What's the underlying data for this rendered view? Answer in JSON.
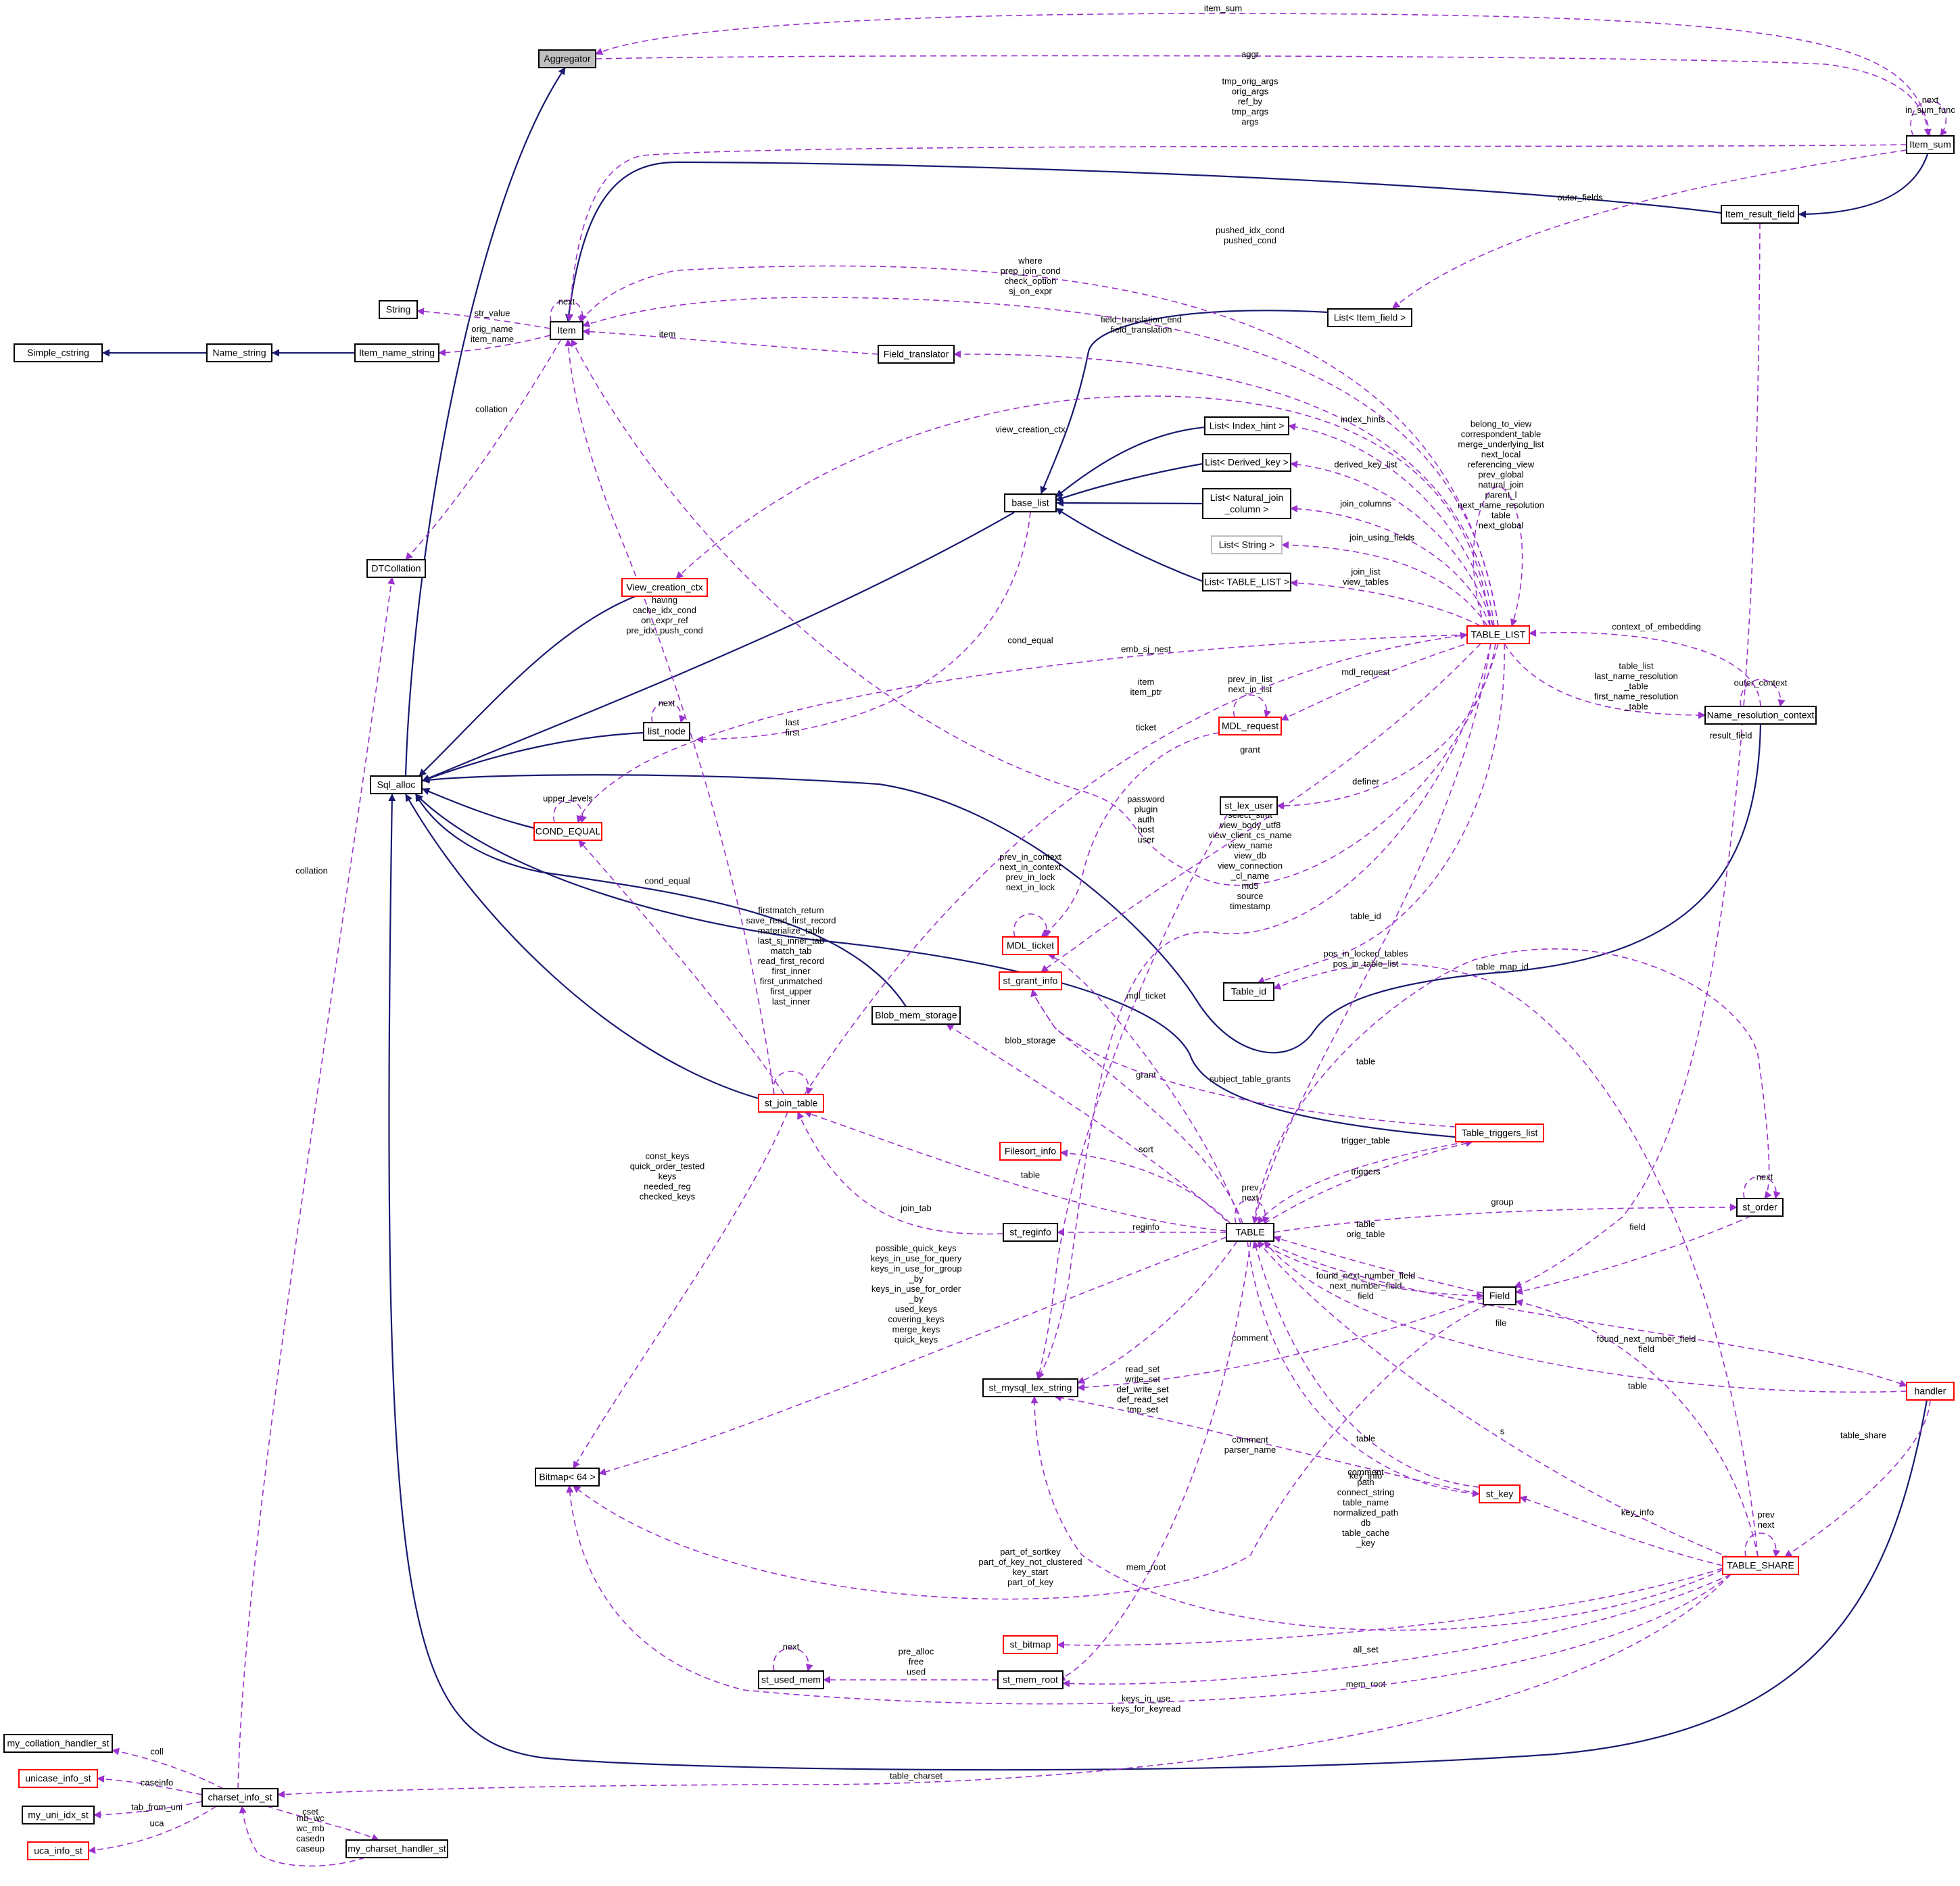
{
  "nodes": [
    {
      "id": "aggregator",
      "label": "Aggregator",
      "style": "focus"
    },
    {
      "id": "item_sum",
      "label": "Item_sum",
      "style": "normal"
    },
    {
      "id": "item_result_field",
      "label": "Item_result_field",
      "style": "normal"
    },
    {
      "id": "string",
      "label": "String",
      "style": "normal"
    },
    {
      "id": "item",
      "label": "Item",
      "style": "normal"
    },
    {
      "id": "list_item_field",
      "label": "List< Item_field >",
      "style": "normal"
    },
    {
      "id": "simple_cstring",
      "label": "Simple_cstring",
      "style": "normal"
    },
    {
      "id": "name_string",
      "label": "Name_string",
      "style": "normal"
    },
    {
      "id": "item_name_string",
      "label": "Item_name_string",
      "style": "normal"
    },
    {
      "id": "field_translator",
      "label": "Field_translator",
      "style": "normal"
    },
    {
      "id": "list_index_hint",
      "label": "List< Index_hint >",
      "style": "normal"
    },
    {
      "id": "list_derived_key",
      "label": "List< Derived_key >",
      "style": "normal"
    },
    {
      "id": "base_list",
      "label": "base_list",
      "style": "normal"
    },
    {
      "id": "list_natural_join_column",
      "label": "List< Natural_join\n_column >",
      "style": "normal"
    },
    {
      "id": "list_string",
      "label": "List< String >",
      "style": "grey"
    },
    {
      "id": "dtcollation",
      "label": "DTCollation",
      "style": "normal"
    },
    {
      "id": "view_creation_ctx",
      "label": "View_creation_ctx",
      "style": "red"
    },
    {
      "id": "list_table_list",
      "label": "List< TABLE_LIST >",
      "style": "normal"
    },
    {
      "id": "table_list",
      "label": "TABLE_LIST",
      "style": "red"
    },
    {
      "id": "mdl_request",
      "label": "MDL_request",
      "style": "red"
    },
    {
      "id": "name_resolution_context",
      "label": "Name_resolution_context",
      "style": "normal"
    },
    {
      "id": "list_node",
      "label": "list_node",
      "style": "normal"
    },
    {
      "id": "sql_alloc",
      "label": "Sql_alloc",
      "style": "normal"
    },
    {
      "id": "st_lex_user",
      "label": "st_lex_user",
      "style": "normal"
    },
    {
      "id": "cond_equal",
      "label": "COND_EQUAL",
      "style": "red"
    },
    {
      "id": "mdl_ticket",
      "label": "MDL_ticket",
      "style": "red"
    },
    {
      "id": "st_grant_info",
      "label": "st_grant_info",
      "style": "red"
    },
    {
      "id": "table_id",
      "label": "Table_id",
      "style": "normal"
    },
    {
      "id": "blob_mem_storage",
      "label": "Blob_mem_storage",
      "style": "normal"
    },
    {
      "id": "st_join_table",
      "label": "st_join_table",
      "style": "red"
    },
    {
      "id": "table_triggers_list",
      "label": "Table_triggers_list",
      "style": "red"
    },
    {
      "id": "filesort_info",
      "label": "Filesort_info",
      "style": "red"
    },
    {
      "id": "st_order",
      "label": "st_order",
      "style": "normal"
    },
    {
      "id": "st_reginfo",
      "label": "st_reginfo",
      "style": "normal"
    },
    {
      "id": "table",
      "label": "TABLE",
      "style": "normal"
    },
    {
      "id": "field",
      "label": "Field",
      "style": "normal"
    },
    {
      "id": "st_mysql_lex_string",
      "label": "st_mysql_lex_string",
      "style": "normal"
    },
    {
      "id": "handler",
      "label": "handler",
      "style": "red"
    },
    {
      "id": "bitmap64",
      "label": "Bitmap< 64 >",
      "style": "normal"
    },
    {
      "id": "st_key",
      "label": "st_key",
      "style": "red"
    },
    {
      "id": "table_share",
      "label": "TABLE_SHARE",
      "style": "red"
    },
    {
      "id": "st_bitmap",
      "label": "st_bitmap",
      "style": "red"
    },
    {
      "id": "st_used_mem",
      "label": "st_used_mem",
      "style": "normal"
    },
    {
      "id": "st_mem_root",
      "label": "st_mem_root",
      "style": "normal"
    },
    {
      "id": "my_collation_handler_st",
      "label": "my_collation_handler_st",
      "style": "normal"
    },
    {
      "id": "unicase_info_st",
      "label": "unicase_info_st",
      "style": "red"
    },
    {
      "id": "charset_info_st",
      "label": "charset_info_st",
      "style": "normal"
    },
    {
      "id": "my_uni_idx_st",
      "label": "my_uni_idx_st",
      "style": "normal"
    },
    {
      "id": "uca_info_st",
      "label": "uca_info_st",
      "style": "red"
    },
    {
      "id": "my_charset_handler_st",
      "label": "my_charset_handler_st",
      "style": "normal"
    }
  ],
  "edges": [
    {
      "id": "e_sqlalloc_aggregator",
      "kind": "inherit"
    },
    {
      "id": "e_itemsum_itemresultfield",
      "kind": "inherit"
    },
    {
      "id": "e_itemresultfield_item",
      "kind": "inherit"
    },
    {
      "id": "e_simplecstring_namestring",
      "kind": "inherit"
    },
    {
      "id": "e_namestring_itemnamestring",
      "kind": "inherit"
    },
    {
      "id": "e_baselist_listindexhint",
      "kind": "inherit"
    },
    {
      "id": "e_baselist_listderivedkey",
      "kind": "inherit"
    },
    {
      "id": "e_baselist_listnatural",
      "kind": "inherit"
    },
    {
      "id": "e_baselist_listtablelist",
      "kind": "inherit"
    },
    {
      "id": "e_baselist_listitemfield",
      "kind": "inherit"
    },
    {
      "id": "e_sqlalloc_baselist",
      "kind": "inherit"
    },
    {
      "id": "e_sqlalloc_viewcreationctx",
      "kind": "inherit"
    },
    {
      "id": "e_sqlalloc_listnode",
      "kind": "inherit"
    },
    {
      "id": "e_sqlalloc_condequal",
      "kind": "inherit"
    },
    {
      "id": "e_sqlalloc_blobmem",
      "kind": "inherit"
    },
    {
      "id": "e_sqlalloc_joinTable",
      "kind": "inherit"
    },
    {
      "id": "e_sqlalloc_triggers",
      "kind": "inherit"
    },
    {
      "id": "e_sqlalloc_namectx",
      "kind": "inherit"
    },
    {
      "id": "e_sqlalloc_handler",
      "kind": "inherit"
    },
    {
      "id": "e_itemsum_aggregator",
      "kind": "member",
      "label": "item_sum"
    },
    {
      "id": "e_aggregator_itemsum",
      "kind": "member",
      "label": "aggr"
    },
    {
      "id": "e_itemsum_self",
      "kind": "member",
      "label": "next\nin_sum_func"
    },
    {
      "id": "e_item_itemsum",
      "kind": "member",
      "label": "tmp_orig_args\norig_args\nref_by\ntmp_args\nargs"
    },
    {
      "id": "e_listitemfield_itemsum",
      "kind": "member",
      "label": "outer_fields"
    },
    {
      "id": "e_item_tablelist_conds",
      "kind": "member",
      "label": "pushed_idx_cond\npushed_cond"
    },
    {
      "id": "e_item_tablelist_where",
      "kind": "member",
      "label": "where\nprep_join_cond\ncheck_option\nsj_on_expr"
    },
    {
      "id": "e_item_self",
      "kind": "member",
      "label": "next"
    },
    {
      "id": "e_string_item",
      "kind": "member",
      "label": "str_value"
    },
    {
      "id": "e_itemnamestring_item",
      "kind": "member",
      "label": "orig_name\nitem_name"
    },
    {
      "id": "e_item_fieldtranslator",
      "kind": "member",
      "label": "item"
    },
    {
      "id": "e_fieldtranslator_tablelist",
      "kind": "member",
      "label": "field_translation_end\nfield_translation"
    },
    {
      "id": "e_dtcollation_item",
      "kind": "member",
      "label": "collation"
    },
    {
      "id": "e_viewcreation_tablelist",
      "kind": "member",
      "label": "view_creation_ctx"
    },
    {
      "id": "e_listindexhint_tablelist",
      "kind": "member",
      "label": "index_hints"
    },
    {
      "id": "e_listderivedkey_tablelist",
      "kind": "member",
      "label": "derived_key_list"
    },
    {
      "id": "e_listnatural_tablelist",
      "kind": "member",
      "label": "join_columns"
    },
    {
      "id": "e_liststring_tablelist",
      "kind": "member",
      "label": "join_using_fields"
    },
    {
      "id": "e_listtablelist_tablelist",
      "kind": "member",
      "label": "join_list\nview_tables"
    },
    {
      "id": "e_tablelist_self",
      "kind": "member",
      "label": "belong_to_view\ncorrespondent_table\nmerge_underlying_list\nnext_local\nreferencing_view\nprev_global\nnatural_join\nparent_l\nnext_name_resolution\ntable\nnext_global"
    },
    {
      "id": "e_item_joinTable",
      "kind": "member",
      "label": "having\ncache_idx_cond\non_expr_ref\npre_idx_push_cond"
    },
    {
      "id": "e_condequal_tablelist",
      "kind": "member",
      "label": "cond_equal"
    },
    {
      "id": "e_listnode_baselist",
      "kind": "member",
      "label": "last\nfirst"
    },
    {
      "id": "e_listnode_self",
      "kind": "member",
      "label": "next"
    },
    {
      "id": "e_tablelist_namectx",
      "kind": "member",
      "label": "context_of_embedding"
    },
    {
      "id": "e_namectx_tablelist",
      "kind": "member",
      "label": "table_list\nlast_name_resolution\n_table\nfirst_name_resolution\n_table"
    },
    {
      "id": "e_namectx_self",
      "kind": "member",
      "label": "outer_context"
    },
    {
      "id": "e_mdlrequest_tablelist",
      "kind": "member",
      "label": "mdl_request"
    },
    {
      "id": "e_mdlrequest_self",
      "kind": "member",
      "label": "prev_in_list\nnext_in_list"
    },
    {
      "id": "e_tablelist_joinTable",
      "kind": "member",
      "label": "emb_sj_nest"
    },
    {
      "id": "e_item_item_ptr",
      "kind": "member",
      "label": "item\nitem_ptr"
    },
    {
      "id": "e_mdlticket_mdlrequest",
      "kind": "member",
      "label": "ticket"
    },
    {
      "id": "e_grantinfo_tablelist",
      "kind": "member",
      "label": "grant"
    },
    {
      "id": "e_lexuser_tablelist",
      "kind": "member",
      "label": "definer"
    },
    {
      "id": "e_lexstring_lexuser",
      "kind": "member",
      "label": "password\nplugin\nauth\nhost\nuser"
    },
    {
      "id": "e_lexstring_tablelist",
      "kind": "member",
      "label": "select_stmt\nview_body_utf8\nview_client_cs_name\nview_name\nview_db\nview_connection\n_cl_name\nmd5\nsource\ntimestamp"
    },
    {
      "id": "e_condequal_self",
      "kind": "member",
      "label": "upper_levels"
    },
    {
      "id": "e_mdlticket_self",
      "kind": "member",
      "label": "prev_in_context\nnext_in_context\nprev_in_lock\nnext_in_lock"
    },
    {
      "id": "e_tableid_tablelist",
      "kind": "member",
      "label": "table_id"
    },
    {
      "id": "e_tableid_tableshare",
      "kind": "member",
      "label": "table_map_id"
    },
    {
      "id": "e_table_pos",
      "kind": "member",
      "label": "pos_in_locked_tables\npos_in_table_list"
    },
    {
      "id": "e_condequal_joinTable",
      "kind": "member",
      "label": "cond_equal"
    },
    {
      "id": "e_jointable_self",
      "kind": "member",
      "label": "firstmatch_return\nsave_read_first_record\nmaterialize_table\nlast_sj_inner_tab\nmatch_tab\nread_first_record\nfirst_inner\nfirst_unmatched\nfirst_upper\nlast_inner"
    },
    {
      "id": "e_mdlticket_table",
      "kind": "member",
      "label": "mdl_ticket"
    },
    {
      "id": "e_blob_table",
      "kind": "member",
      "label": "blob_storage"
    },
    {
      "id": "e_grantinfo_table",
      "kind": "member",
      "label": "grant"
    },
    {
      "id": "e_table_tablelist",
      "kind": "member",
      "label": "table"
    },
    {
      "id": "e_grants_triggers",
      "kind": "member",
      "label": "subject_table_grants"
    },
    {
      "id": "e_bitmap64_jointable",
      "kind": "member",
      "label": "const_keys\nquick_order_tested\nkeys\nneeded_reg\nchecked_keys"
    },
    {
      "id": "e_table_jointable",
      "kind": "member",
      "label": "table"
    },
    {
      "id": "e_filesort_table",
      "kind": "member",
      "label": "sort"
    },
    {
      "id": "e_table_triggers",
      "kind": "member",
      "label": "trigger_table"
    },
    {
      "id": "e_triggers_table",
      "kind": "member",
      "label": "triggers"
    },
    {
      "id": "e_table_self",
      "kind": "member",
      "label": "prev\nnext"
    },
    {
      "id": "e_order_table",
      "kind": "member",
      "label": "group"
    },
    {
      "id": "e_order_self",
      "kind": "member",
      "label": "next"
    },
    {
      "id": "e_jointable_reginfo",
      "kind": "member",
      "label": "join_tab"
    },
    {
      "id": "e_reginfo_table",
      "kind": "member",
      "label": "reginfo"
    },
    {
      "id": "e_field_order",
      "kind": "member",
      "label": "field"
    },
    {
      "id": "e_table_field",
      "kind": "member",
      "label": "table\norig_table"
    },
    {
      "id": "e_bitmap64_table",
      "kind": "member",
      "label": "possible_quick_keys\nkeys_in_use_for_query\nkeys_in_use_for_group\n_by\nkeys_in_use_for_order\n_by\nused_keys\ncovering_keys\nmerge_keys\nquick_keys"
    },
    {
      "id": "e_field_table",
      "kind": "member",
      "label": "found_next_number_field\nnext_number_field\nfield"
    },
    {
      "id": "e_field_itemresult",
      "kind": "member",
      "label": "result_field"
    },
    {
      "id": "e_handler_table",
      "kind": "member",
      "label": "file"
    },
    {
      "id": "e_lexstring_field",
      "kind": "member",
      "label": "comment"
    },
    {
      "id": "e_field_tableshare",
      "kind": "member",
      "label": "found_next_number_field\nfield"
    },
    {
      "id": "e_table_handler",
      "kind": "member",
      "label": "table"
    },
    {
      "id": "e_bitmap_table",
      "kind": "member",
      "label": "read_set\nwrite_set\ndef_write_set\ndef_read_set\ntmp_set"
    },
    {
      "id": "e_tableshare_table",
      "kind": "member",
      "label": "s"
    },
    {
      "id": "e_tableshare_handler",
      "kind": "member",
      "label": "table_share"
    },
    {
      "id": "e_lexstring_key",
      "kind": "member",
      "label": "comment\nparser_name"
    },
    {
      "id": "e_table_key",
      "kind": "member",
      "label": "table"
    },
    {
      "id": "e_key_table",
      "kind": "member",
      "label": "key_info"
    },
    {
      "id": "e_key_tableshare",
      "kind": "member",
      "label": "key_info"
    },
    {
      "id": "e_tableshare_self",
      "kind": "member",
      "label": "prev\nnext"
    },
    {
      "id": "e_lexstring_tableshare",
      "kind": "member",
      "label": "comment\npath\nconnect_string\ntable_name\nnormalized_path\ndb\ntable_cache\n_key"
    },
    {
      "id": "e_bitmap64_field",
      "kind": "member",
      "label": "part_of_sortkey\npart_of_key_not_clustered\nkey_start\npart_of_key"
    },
    {
      "id": "e_memroot_table",
      "kind": "member",
      "label": "mem_root"
    },
    {
      "id": "e_stbitmap_tableshare",
      "kind": "member",
      "label": "all_set"
    },
    {
      "id": "e_usedmem_memroot",
      "kind": "member",
      "label": "pre_alloc\nfree\nused"
    },
    {
      "id": "e_usedmem_self",
      "kind": "member",
      "label": "next"
    },
    {
      "id": "e_memroot_tableshare",
      "kind": "member",
      "label": "mem_root"
    },
    {
      "id": "e_bitmap64_tableshare",
      "kind": "member",
      "label": "keys_in_use\nkeys_for_keyread"
    },
    {
      "id": "e_collhandler_charset",
      "kind": "member",
      "label": "coll"
    },
    {
      "id": "e_unicase_charset",
      "kind": "member",
      "label": "caseinfo"
    },
    {
      "id": "e_charset_tableshare",
      "kind": "member",
      "label": "table_charset"
    },
    {
      "id": "e_uniidx_charset",
      "kind": "member",
      "label": "tab_from_uni"
    },
    {
      "id": "e_uca_charset",
      "kind": "member",
      "label": "uca"
    },
    {
      "id": "e_cshandler_charset",
      "kind": "member",
      "label": "cset"
    },
    {
      "id": "e_charset_cshandler",
      "kind": "member",
      "label": "mb_wc\nwc_mb\ncasedn\ncaseup"
    },
    {
      "id": "e_charset_dtcollation",
      "kind": "member",
      "label": "collation"
    }
  ]
}
